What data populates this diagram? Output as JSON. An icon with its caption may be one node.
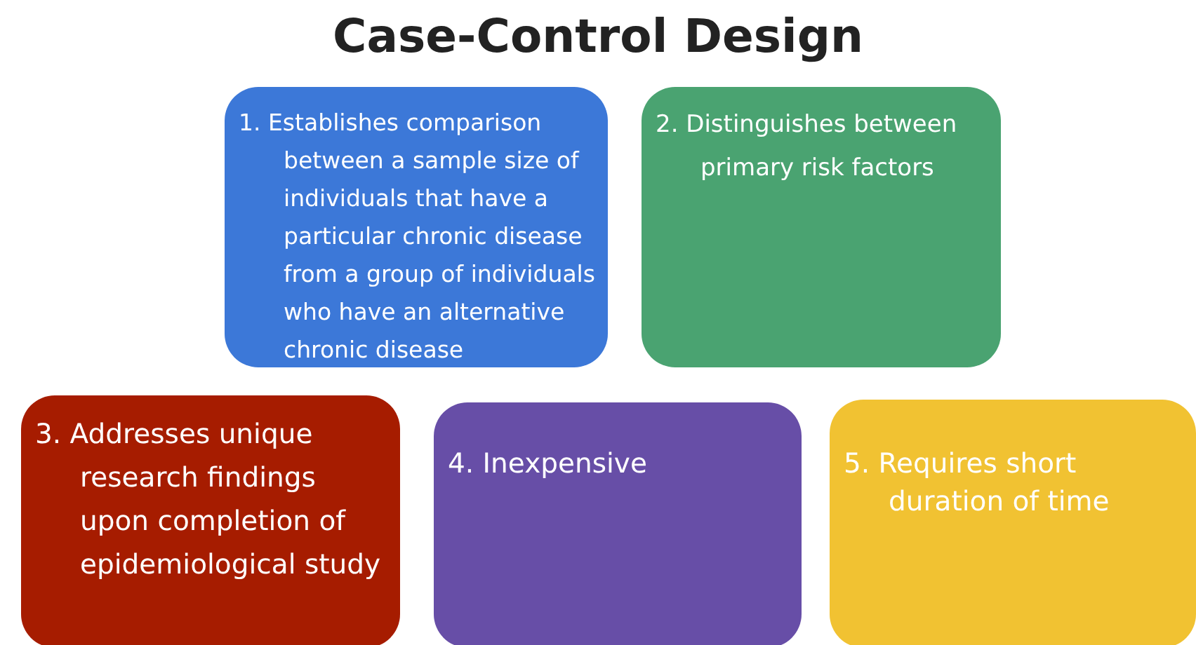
{
  "diagram": {
    "title": "Case-Control Design",
    "nodes": [
      {
        "text": [
          "1. Establishes comparison between a sample size of individuals that have a particular chronic disease from a group of individuals who have an alternative chronic disease"
        ]
      },
      {
        "text": [
          "2. Distinguishes between primary risk factors"
        ]
      },
      {
        "text": [
          "3. Addresses unique research findings upon completion of epidemiological study"
        ]
      },
      {
        "text": [
          "4. Inexpensive"
        ]
      },
      {
        "text": [
          "5. Requires short duration of time"
        ]
      }
    ]
  }
}
